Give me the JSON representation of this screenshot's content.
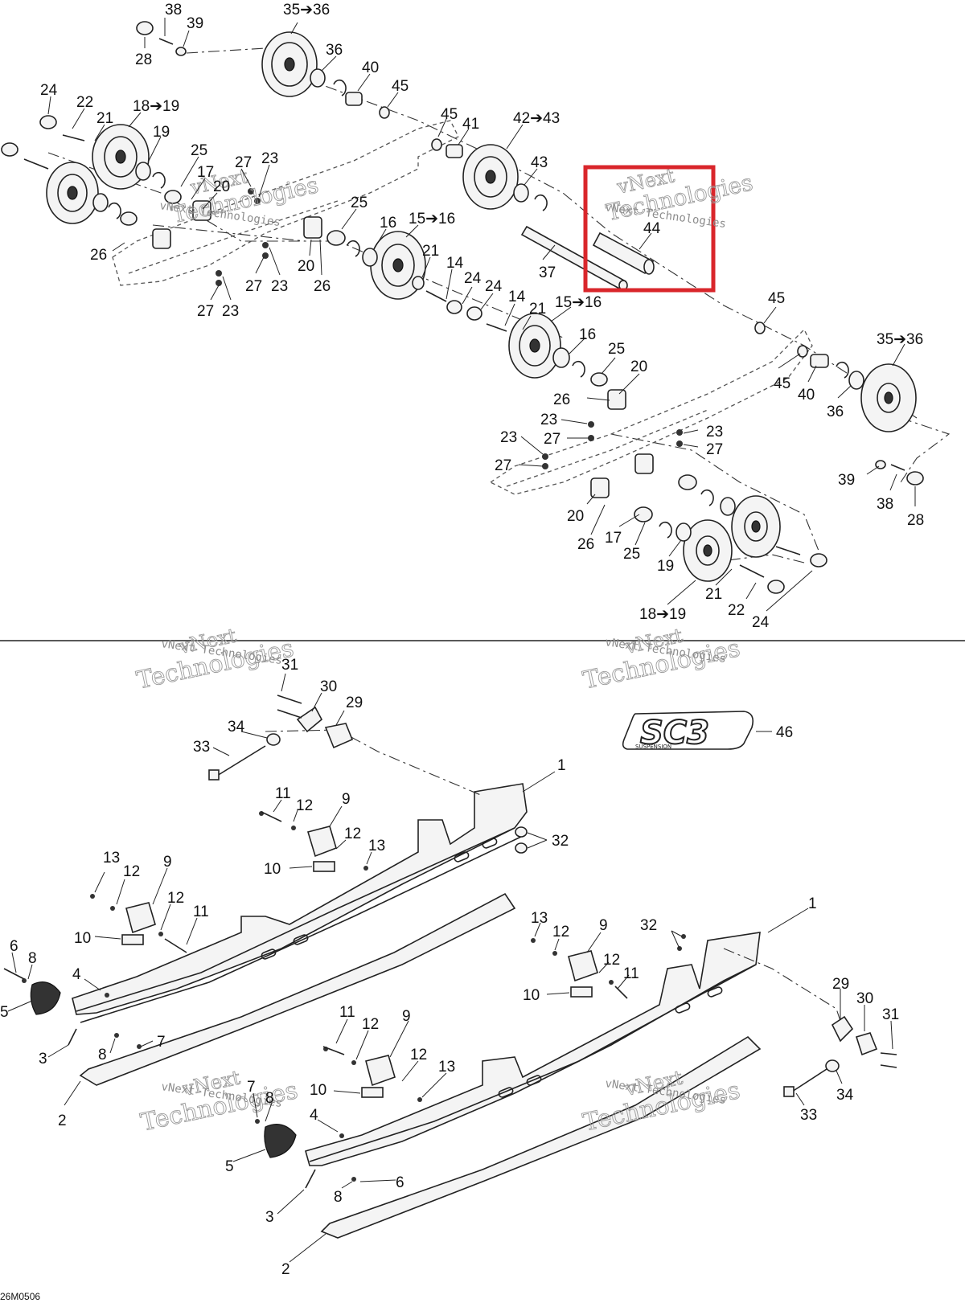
{
  "drawing_number": "26M0506",
  "watermark": {
    "line1": "vNext",
    "line2": "Technologies",
    "full": "vNext Technologies"
  },
  "logo": {
    "text": "SC3",
    "subtext": "SUSPENSION"
  },
  "highlight_color": "#d9262b",
  "callouts": {
    "c35_36_top": "35➔36",
    "c38": "38",
    "c39_top": "39",
    "c28_top": "28",
    "c36_a": "36",
    "c40_a": "40",
    "c45_a": "45",
    "c24_a": "24",
    "c22_a": "22",
    "c21_a": "21",
    "c18_19_a": "18➔19",
    "c19_a": "19",
    "c45_b": "45",
    "c41": "41",
    "c42_43": "42➔43",
    "c43": "43",
    "c25_a": "25",
    "c17_a": "17",
    "c20_a": "20",
    "c27_a": "27",
    "c23_a": "23",
    "c26_a": "26",
    "c25_b": "25",
    "c16_a": "16",
    "c15_16_a": "15➔16",
    "c20_b": "20",
    "c26_b": "26",
    "c27_b": "27",
    "c23_b": "23",
    "c27_c": "27",
    "c23_c": "23",
    "c21_b": "21",
    "c14_a": "14",
    "c24_b": "24",
    "c24_c": "24",
    "c14_b": "14",
    "c37": "37",
    "c44": "44",
    "c21_c": "21",
    "c15_16_b": "15➔16",
    "c16_b": "16",
    "c25_c": "25",
    "c20_c": "20",
    "c26_c": "26",
    "c45_c": "45",
    "c35_36_right": "35➔36",
    "c45_d": "45",
    "c40_b": "40",
    "c36_b": "36",
    "c23_d": "23",
    "c27_d": "27",
    "c23_e": "23",
    "c27_e": "27",
    "c23_f": "23",
    "c27_f": "27",
    "c20_d": "20",
    "c26_d": "26",
    "c17_b": "17",
    "c25_d": "25",
    "c19_b": "19",
    "c21_d": "21",
    "c22_b": "22",
    "c24_d": "24",
    "c18_19_b": "18➔19",
    "c39_right": "39",
    "c38_right": "38",
    "c28_right": "28",
    "c31_a": "31",
    "c30_a": "30",
    "c29_a": "29",
    "c34_a": "34",
    "c33_a": "33",
    "c46": "46",
    "c1_a": "1",
    "c11_a": "11",
    "c12_a": "12",
    "c9_a": "9",
    "c12_b": "12",
    "c13_a": "13",
    "c10_a": "10",
    "c32_a": "32",
    "c13_b": "13",
    "c12_c": "12",
    "c9_b": "9",
    "c12_d": "12",
    "c11_b": "11",
    "c10_b": "10",
    "c6_a": "6",
    "c8_a": "8",
    "c4_a": "4",
    "c5_a": "5",
    "c3_a": "3",
    "c8_b": "8",
    "c7_a": "7",
    "c2_a": "2",
    "c13_c": "13",
    "c12_e": "12",
    "c9_c": "9",
    "c32_b": "32",
    "c1_b": "1",
    "c12_f": "12",
    "c11_c": "11",
    "c10_c": "10",
    "c11_d": "11",
    "c12_g": "12",
    "c9_d": "9",
    "c12_h": "12",
    "c13_d": "13",
    "c10_d": "10",
    "c29_b": "29",
    "c30_b": "30",
    "c31_b": "31",
    "c33_b": "33",
    "c34_b": "34",
    "c7_b": "7",
    "c8_c": "8",
    "c4_b": "4",
    "c5_b": "5",
    "c3_b": "3",
    "c8_d": "8",
    "c6_b": "6",
    "c2_b": "2"
  }
}
